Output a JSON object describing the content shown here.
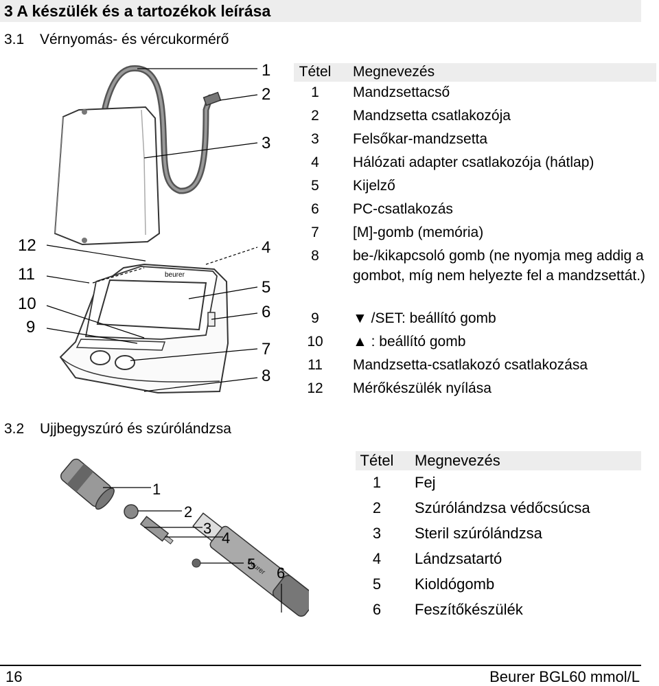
{
  "page": {
    "chapter_title": "3  A készülék és a tartozékok leírása",
    "footer_page": "16",
    "footer_product": "Beurer BGL60 mmol/L"
  },
  "section1": {
    "number": "3.1",
    "title": "Vérnyomás- és vércukormérő",
    "device_brand": "beurer",
    "table": {
      "col_item": "Tétel",
      "col_name": "Megnevezés",
      "rows": [
        {
          "n": "1",
          "name": "Mandzsettacső"
        },
        {
          "n": "2",
          "name": "Mandzsetta csatlakozója"
        },
        {
          "n": "3",
          "name": "Felsőkar-mandzsetta"
        },
        {
          "n": "4",
          "name": "Hálózati adapter csatlakozója (hátlap)"
        },
        {
          "n": "5",
          "name": "Kijelző"
        },
        {
          "n": "6",
          "name": "PC-csatlakozás"
        },
        {
          "n": "7",
          "name": "[M]-gomb (memória)"
        },
        {
          "n": "8",
          "name": "be-/kikapcsoló gomb (ne nyomja meg addig a gombot, míg nem helyezte fel a mandzsettát.)"
        },
        {
          "n": "9",
          "name": "▼ /SET: beállító gomb"
        },
        {
          "n": "10",
          "name": "▲ : beállító gomb"
        },
        {
          "n": "11",
          "name": "Mandzsetta-csatlakozó csatlakozása"
        },
        {
          "n": "12",
          "name": "Mérőkészülék nyílása"
        }
      ]
    },
    "callouts": [
      "1",
      "2",
      "3",
      "4",
      "5",
      "6",
      "7",
      "8",
      "9",
      "10",
      "11",
      "12"
    ]
  },
  "section2": {
    "number": "3.2",
    "title": "Ujjbegyszúró és szúrólándzsa",
    "device_brand": "beurer",
    "table": {
      "col_item": "Tétel",
      "col_name": "Megnevezés",
      "rows": [
        {
          "n": "1",
          "name": "Fej"
        },
        {
          "n": "2",
          "name": "Szúrólándzsa védőcsúcsa"
        },
        {
          "n": "3",
          "name": "Steril szúrólándzsa"
        },
        {
          "n": "4",
          "name": "Lándzsatartó"
        },
        {
          "n": "5",
          "name": "Kioldógomb"
        },
        {
          "n": "6",
          "name": "Feszítőkészülék"
        }
      ]
    },
    "callouts": [
      "1",
      "2",
      "3",
      "4",
      "5",
      "6"
    ]
  }
}
